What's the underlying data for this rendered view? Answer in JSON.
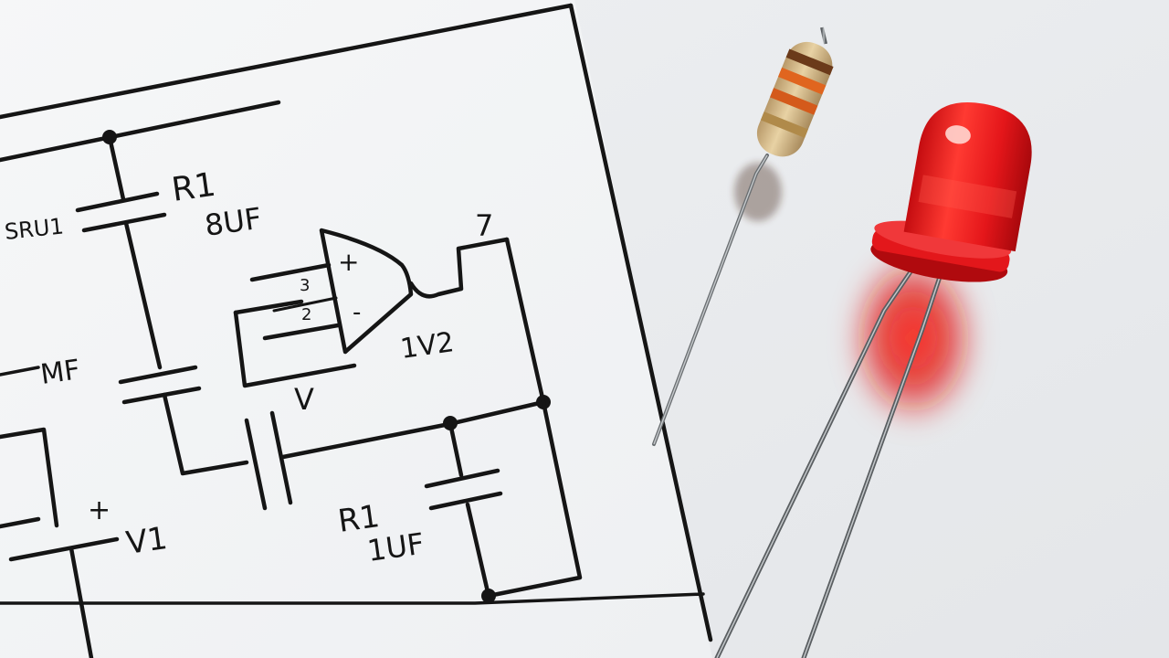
{
  "schematic": {
    "labels": {
      "r1_top": "R1",
      "c_top_value": "8UF",
      "left_scribble": "SRU1",
      "left_mid": "MF",
      "opamp_plus": "+",
      "opamp_minus": "-",
      "pin_a": "3",
      "pin_b": "2",
      "opamp_value": "1V2",
      "v_mark": "V",
      "pin_7": "7",
      "battery_plus": "+",
      "v1": "V1",
      "r1_bottom": "R1",
      "c_bottom_value": "1UF"
    }
  },
  "components": {
    "resistor": {
      "bands": [
        "#6b3a1a",
        "#e0651f",
        "#d45a1b",
        "#b08a4a"
      ]
    },
    "led": {
      "color": "#e8141a"
    }
  }
}
